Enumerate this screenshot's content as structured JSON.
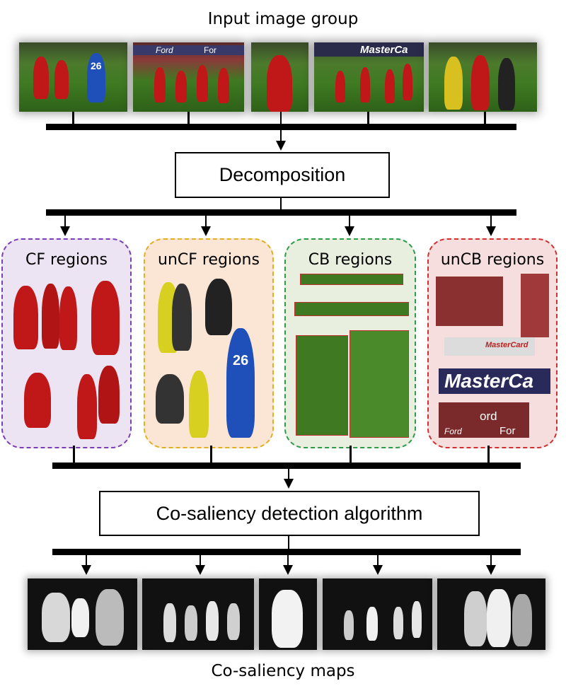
{
  "top_label": "Input image group",
  "bottom_label": "Co-saliency maps",
  "decomposition_label": "Decomposition",
  "algorithm_label": "Co-saliency detection algorithm",
  "panels": [
    {
      "label": "CF regions",
      "border_color": "#7a3fb0",
      "fill": "#ece4f2"
    },
    {
      "label": "unCF regions",
      "border_color": "#e0b020",
      "fill": "#fbe6d6"
    },
    {
      "label": "CB regions",
      "border_color": "#2e9a4a",
      "fill": "#e8efdf"
    },
    {
      "label": "unCB regions",
      "border_color": "#d03030",
      "fill": "#f6dede"
    }
  ],
  "banner_texts": {
    "mastercard_top": "MasterCa",
    "ford_top": "Ford",
    "for_text": "For",
    "jersey_number": "26",
    "mastercard_big": "MasterCa",
    "mastercard_small": "MasterCard",
    "ford_panel": "ord",
    "ford_logo": "Ford",
    "ford_for": "For"
  }
}
